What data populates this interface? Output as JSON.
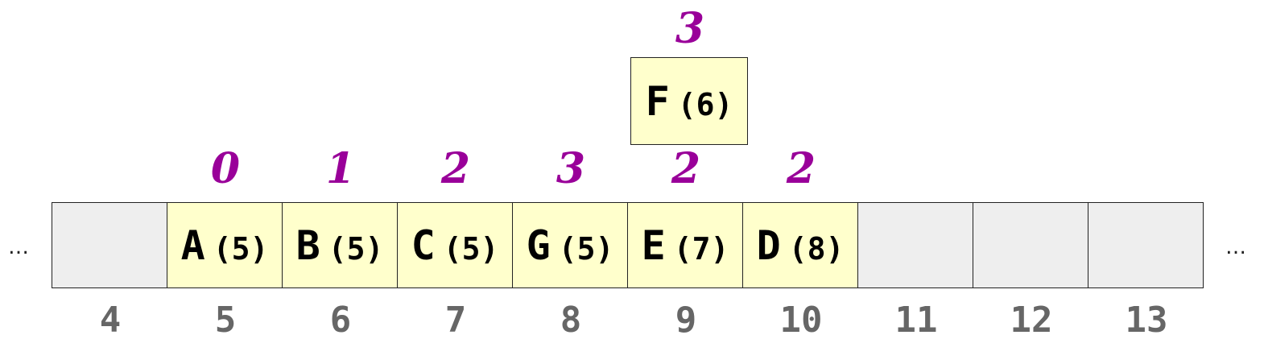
{
  "ellipsis": "…",
  "slots": [
    {
      "index": "4",
      "key": "",
      "hash": "",
      "probe": ""
    },
    {
      "index": "5",
      "key": "A",
      "hash": "(5)",
      "probe": "0"
    },
    {
      "index": "6",
      "key": "B",
      "hash": "(5)",
      "probe": "1"
    },
    {
      "index": "7",
      "key": "C",
      "hash": "(5)",
      "probe": "2"
    },
    {
      "index": "8",
      "key": "G",
      "hash": "(5)",
      "probe": "3"
    },
    {
      "index": "9",
      "key": "E",
      "hash": "(7)",
      "probe": "2"
    },
    {
      "index": "10",
      "key": "D",
      "hash": "(8)",
      "probe": "2"
    },
    {
      "index": "11",
      "key": "",
      "hash": "",
      "probe": ""
    },
    {
      "index": "12",
      "key": "",
      "hash": "",
      "probe": ""
    },
    {
      "index": "13",
      "key": "",
      "hash": "",
      "probe": ""
    }
  ],
  "pending": {
    "key": "F",
    "hash": "(6)",
    "probe": "3"
  },
  "colors": {
    "filled": "#ffffcc",
    "empty": "#eeeeee",
    "probe": "#990099",
    "index": "#666666"
  }
}
